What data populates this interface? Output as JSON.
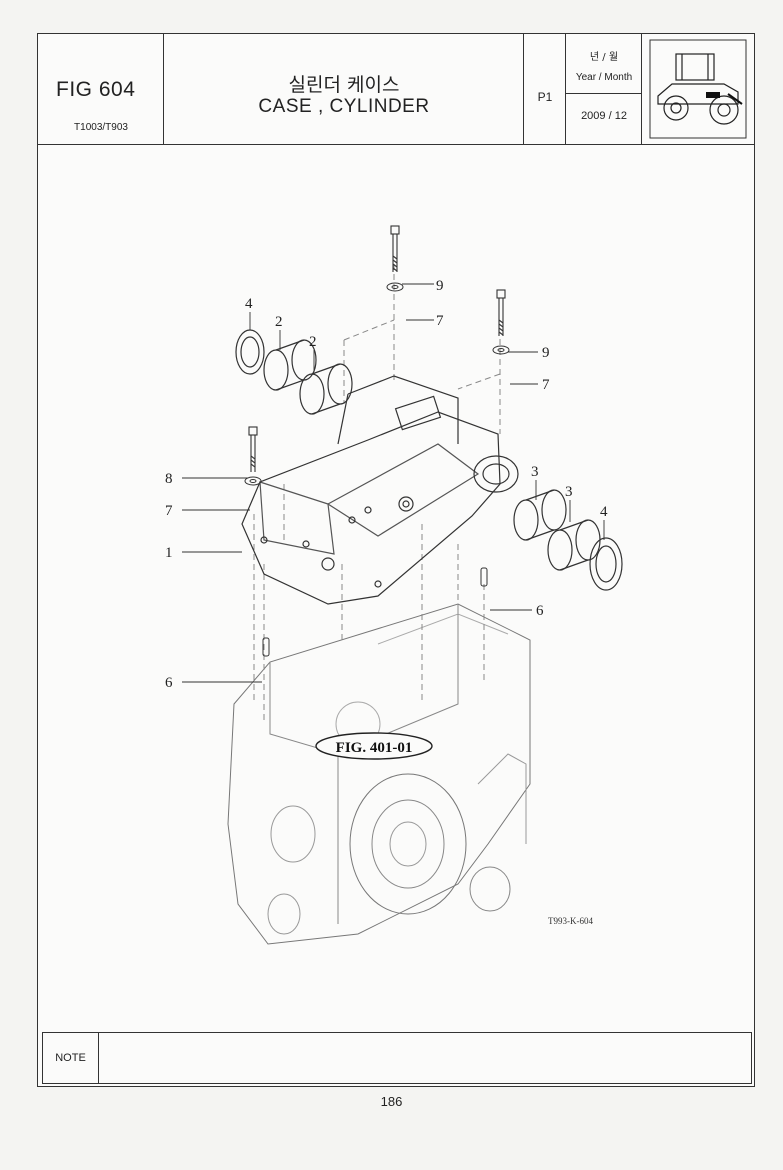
{
  "header": {
    "fig_number": "FIG 604",
    "models": "T1003/T903",
    "title_korean": "실린더 케이스",
    "title_english": "CASE , CYLINDER",
    "page_code": "P1",
    "year_month_korean": "년 / 월",
    "year_month_label": "Year / Month",
    "year_month_value": "2009 / 12",
    "thumbnail_icon": "tractor-location-icon"
  },
  "diagram": {
    "reference_label": "FIG. 401-01",
    "drawing_code": "T993-K-604",
    "callouts": [
      "9",
      "7",
      "9",
      "7",
      "4",
      "2",
      "2",
      "3",
      "3",
      "4",
      "8",
      "7",
      "1",
      "6",
      "6"
    ]
  },
  "note": {
    "label": "NOTE"
  },
  "page_number": "186"
}
